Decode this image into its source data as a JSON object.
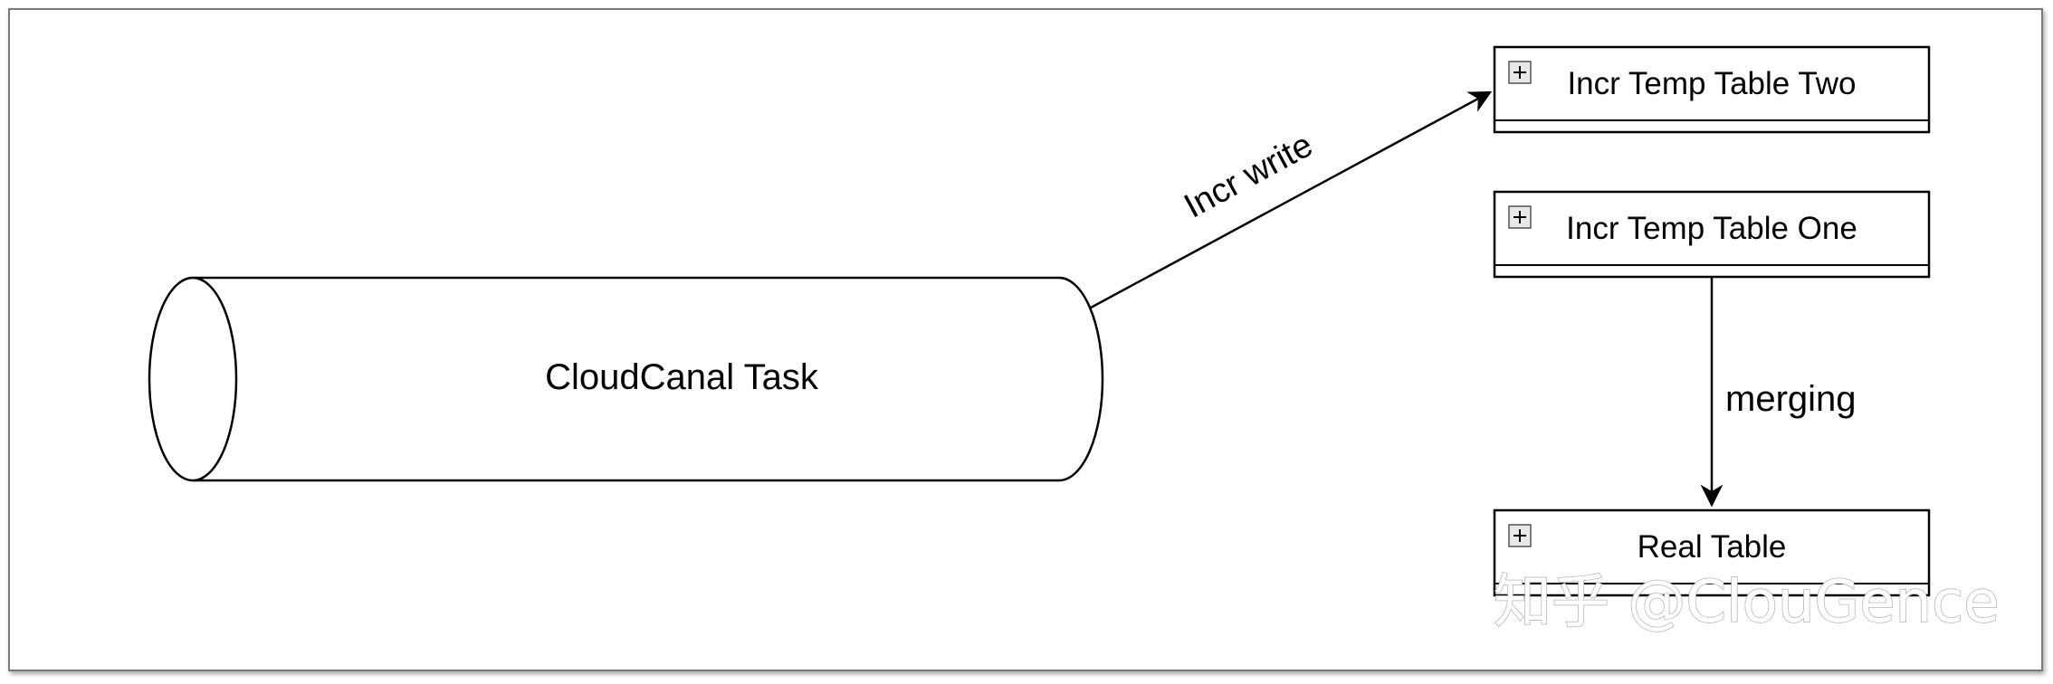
{
  "diagram": {
    "task_label": "CloudCanal Task",
    "edge_write_label": "Incr write",
    "edge_merge_label": "merging",
    "tables": {
      "temp_two": {
        "label": "Incr Temp Table Two",
        "expand_icon": "plus-box-icon"
      },
      "temp_one": {
        "label": "Incr Temp Table One",
        "expand_icon": "plus-box-icon"
      },
      "real": {
        "label": "Real Table",
        "expand_icon": "plus-box-icon"
      }
    },
    "watermark": "知乎 @ClouGence"
  }
}
